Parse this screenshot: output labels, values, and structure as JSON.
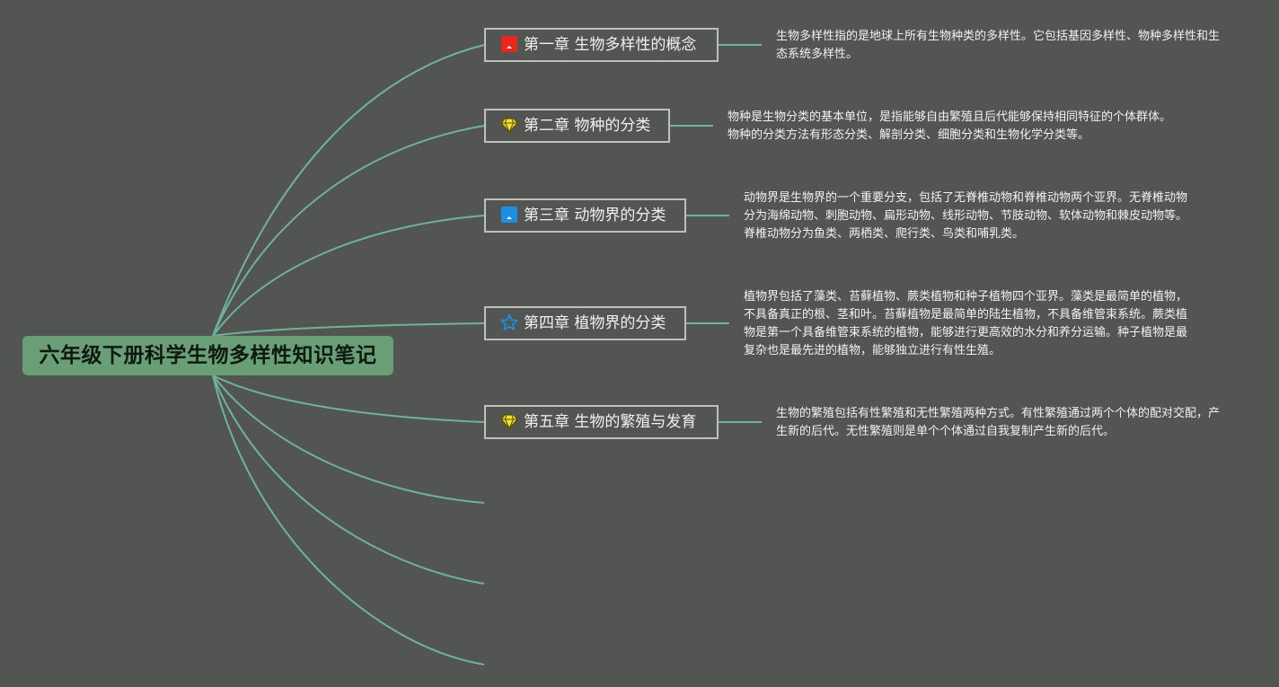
{
  "colors": {
    "background": "#535552",
    "connector": "#6fb39a",
    "root_fill": "#6a9e77",
    "topic_border": "#bfc0bd"
  },
  "root": {
    "title": "六年级下册科学生物多样性知识笔记"
  },
  "topics": [
    {
      "label": "第一章 生物多样性的概念",
      "icon": "red-flag-icon",
      "note": "生物多样性指的是地球上所有生物种类的多样性。它包括基因多样性、物种多样性和生态系统多样性。"
    },
    {
      "label": "第二章 物种的分类",
      "icon": "yellow-gem-icon",
      "note": "物种是生物分类的基本单位，是指能够自由繁殖且后代能够保持相同特征的个体群体。物种的分类方法有形态分类、解剖分类、细胞分类和生物化学分类等。"
    },
    {
      "label": "第三章 动物界的分类",
      "icon": "blue-flag-icon",
      "note": "动物界是生物界的一个重要分支，包括了无脊椎动物和脊椎动物两个亚界。无脊椎动物分为海绵动物、刺胞动物、扁形动物、线形动物、节肢动物、软体动物和棘皮动物等。脊椎动物分为鱼类、两栖类、爬行类、鸟类和哺乳类。"
    },
    {
      "label": "第四章 植物界的分类",
      "icon": "blue-star-icon",
      "note": "植物界包括了藻类、苔藓植物、蕨类植物和种子植物四个亚界。藻类是最简单的植物，不具备真正的根、茎和叶。苔藓植物是最简单的陆生植物，不具备维管束系统。蕨类植物是第一个具备维管束系统的植物，能够进行更高效的水分和养分运输。种子植物是最复杂也是最先进的植物，能够独立进行有性生殖。"
    },
    {
      "label": "第五章 生物的繁殖与发育",
      "icon": "yellow-gem-icon",
      "note": "生物的繁殖包括有性繁殖和无性繁殖两种方式。有性繁殖通过两个个体的配对交配，产生新的后代。无性繁殖则是单个个体通过自我复制产生新的后代。"
    }
  ]
}
